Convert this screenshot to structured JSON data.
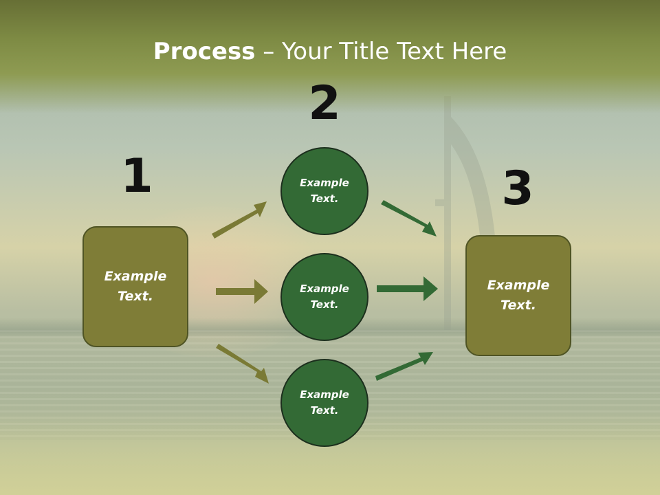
{
  "title": {
    "bold": "Process",
    "rest": " – Your Title Text Here"
  },
  "steps": {
    "one": "1",
    "two": "2",
    "three": "3"
  },
  "left_box": {
    "text": "Example\nText."
  },
  "right_box": {
    "text": "Example\nText."
  },
  "circles": [
    {
      "text": "Example\nText."
    },
    {
      "text": "Example\nText."
    },
    {
      "text": "Example\nText."
    }
  ],
  "colors": {
    "title_band": "#7e8b44",
    "box_fill": "#7f7d37",
    "circle_fill": "#336a35",
    "arrow_olive": "#7a7a35",
    "arrow_green": "#336a35"
  }
}
